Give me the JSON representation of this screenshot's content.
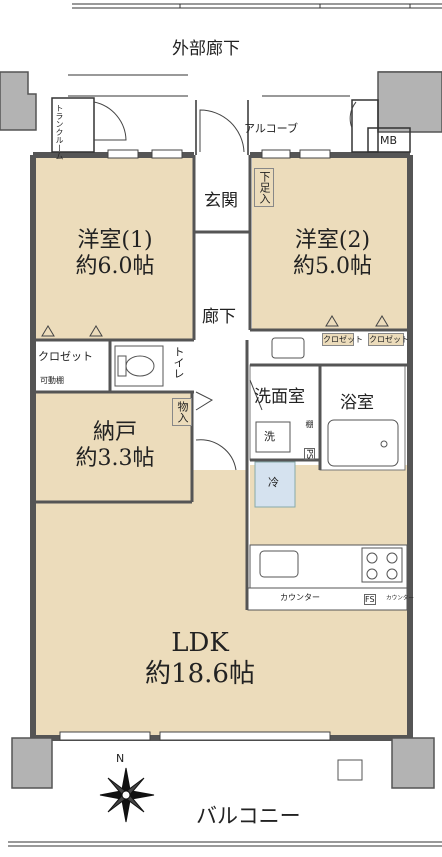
{
  "corridor": "外部廊下",
  "alcove": "アルコーブ",
  "mb": "MB",
  "trunk_room": "トランクルーム",
  "genkan": "玄関",
  "shoe_storage": "下足入",
  "hallway": "廊下",
  "western_room_1": {
    "name": "洋室(1)",
    "size": "約6.0帖"
  },
  "western_room_2": {
    "name": "洋室(2)",
    "size": "約5.0帖"
  },
  "closet": "クロゼット",
  "closet_small_a": "クロゼット",
  "closet_small_b": "クロゼット",
  "movable_shelf": "可動棚",
  "toilet": "トイレ",
  "storage": "物入",
  "nando": {
    "name": "納戸",
    "size": "約3.3帖"
  },
  "washroom": "洗面室",
  "bathroom": "浴室",
  "washer": "洗",
  "shelf": "棚",
  "ps": "PS",
  "fridge": "冷",
  "counter": "カウンター",
  "fs": "FS",
  "counter_small": "カウンター",
  "ldk": {
    "name": "LDK",
    "size": "約18.6帖"
  },
  "balcony": "バルコニー",
  "north": "N",
  "colors": {
    "room_fill": "#ecdcbb",
    "wall": "#555555",
    "fridge": "#d5e2ef",
    "pillar": "#b3b3b3"
  }
}
